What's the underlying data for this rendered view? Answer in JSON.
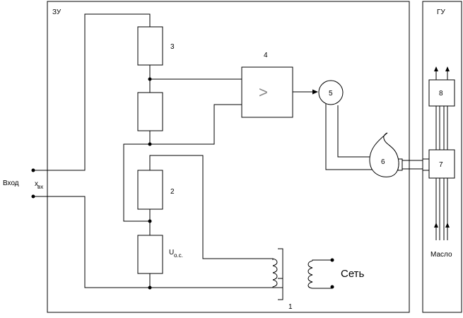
{
  "zu_label": "ЗУ",
  "gu_label": "ГУ",
  "input_label": "Вход",
  "input_var": "x",
  "input_var_sub": "вх",
  "feedback_label": "U",
  "feedback_sub": "о.с.",
  "mains_label": "Сеть",
  "oil_label": "Масло",
  "comparator_symbol": ">",
  "components": {
    "res3": "3",
    "amp4": "4",
    "motor5": "5",
    "nozzle6": "6",
    "spool7": "7",
    "cyl8": "8",
    "res2": "2",
    "trans1": "1"
  }
}
